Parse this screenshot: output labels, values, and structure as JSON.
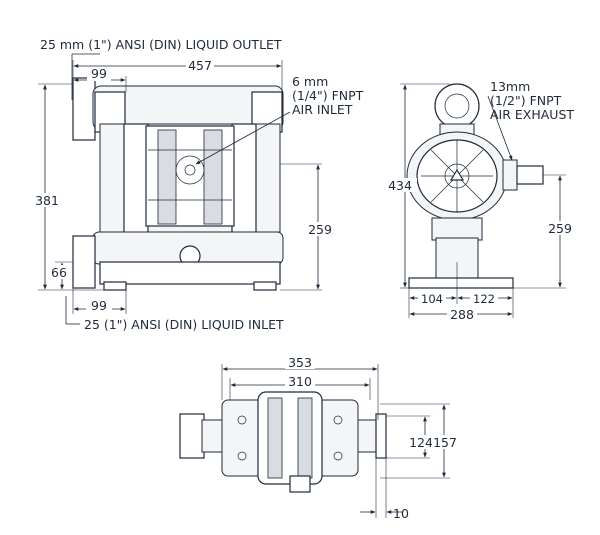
{
  "front_view": {
    "outlet_label": "25 mm (1\") ANSI (DIN) LIQUID OUTLET",
    "inlet_label": "25 (1\") ANSI (DIN) LIQUID INLET",
    "air_inlet_label": [
      "6 mm",
      "(1/4\") FNPT",
      "AIR INLET"
    ],
    "dims": {
      "overall_width": "457",
      "outlet_offset": "99",
      "inlet_offset": "99",
      "overall_height": "381",
      "air_inlet_height": "259",
      "inlet_height": "66"
    }
  },
  "side_view": {
    "air_exhaust_label": [
      "13mm",
      "(1/2\") FNPT",
      "AIR EXHAUST"
    ],
    "dims": {
      "height": "434",
      "exhaust_height": "259",
      "base_left": "104",
      "base_right": "122",
      "base_width": "288"
    }
  },
  "bottom_view": {
    "dims": {
      "outer_width": "353",
      "inner_width": "310",
      "depth_inner": "124",
      "depth_outer": "157",
      "foot": "10"
    }
  },
  "colors": {
    "ink": "#1f2a3a",
    "paper": "#ffffff"
  }
}
